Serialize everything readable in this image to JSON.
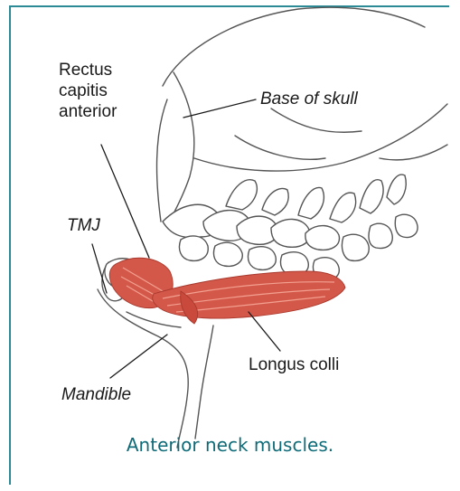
{
  "labels": {
    "rectus_capitis_anterior": [
      "Rectus",
      "capitis",
      "anterior"
    ],
    "base_of_skull": "Base of skull",
    "tmj": "TMJ",
    "longus_colli": "Longus colli",
    "mandible": "Mandible"
  },
  "caption": "Anterior neck muscles.",
  "colors": {
    "frame": "#2b8a96",
    "caption": "#0f6b78",
    "muscle": "#d4584a",
    "muscle_dark": "#a8382c",
    "line_art": "#4a4a4a"
  }
}
